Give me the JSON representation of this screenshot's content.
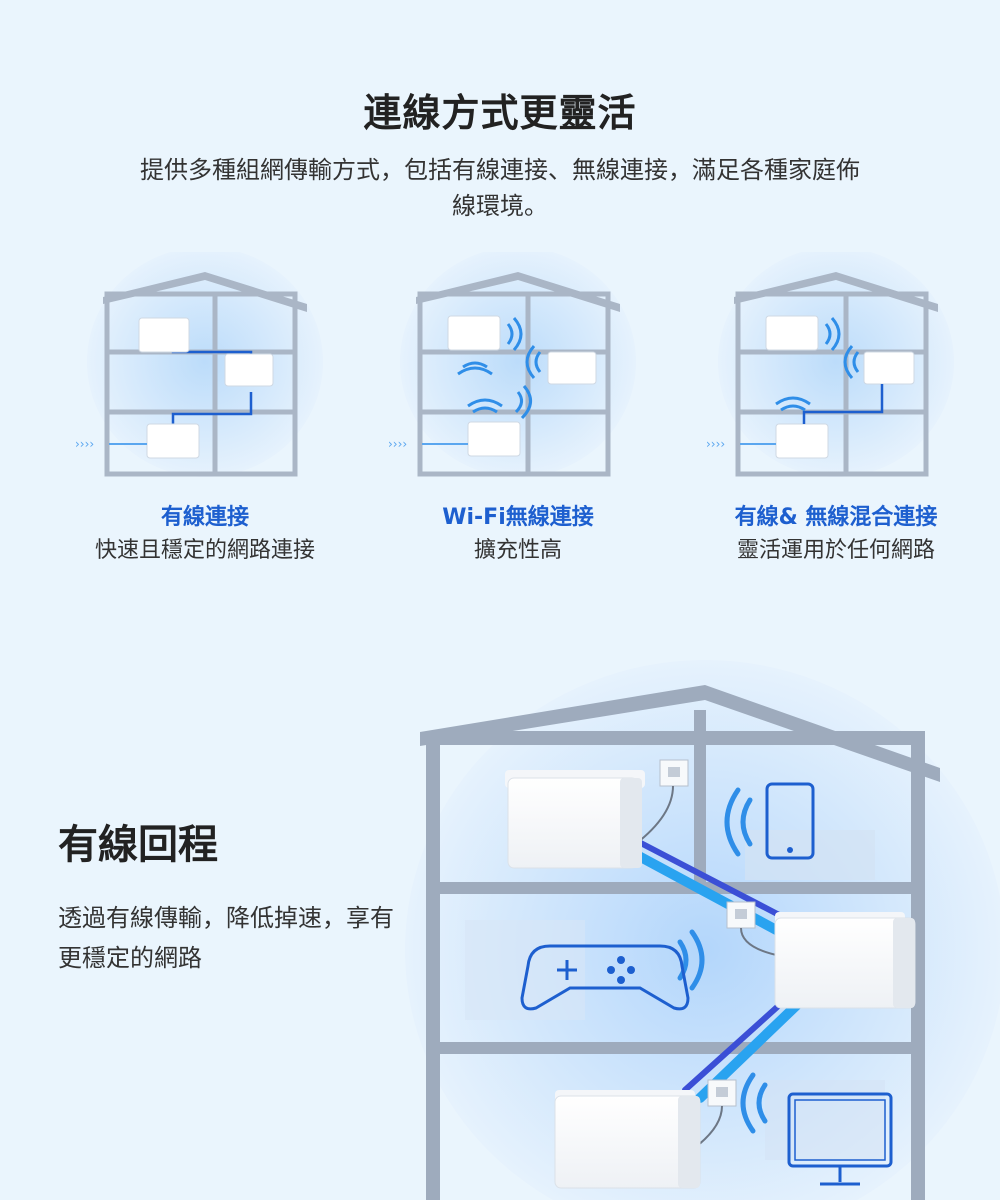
{
  "header": {
    "title": "連線方式更靈活",
    "subtitle": "提供多種組網傳輸方式，包括有線連接、無線連接，滿足各種家庭佈線環境。"
  },
  "cards": [
    {
      "title": "有線連接",
      "desc": "快速且穩定的網路連接"
    },
    {
      "title": "Wi-Fi無線連接",
      "desc": "擴充性高"
    },
    {
      "title": "有線& 無線混合連接",
      "desc": "靈活運用於任何網路"
    }
  ],
  "backhaul": {
    "title": "有線回程",
    "desc": "透過有線傳輸，降低掉速，享有更穩定的網路"
  },
  "colors": {
    "accent": "#1d5fcf",
    "background": "#eaf5fd",
    "signal": "#2f8ee8",
    "cable": "#29a3f0"
  },
  "icons": [
    "router-icon",
    "wifi-signal-icon",
    "smartphone-icon",
    "gamepad-icon",
    "monitor-icon",
    "ethernet-port-icon"
  ]
}
